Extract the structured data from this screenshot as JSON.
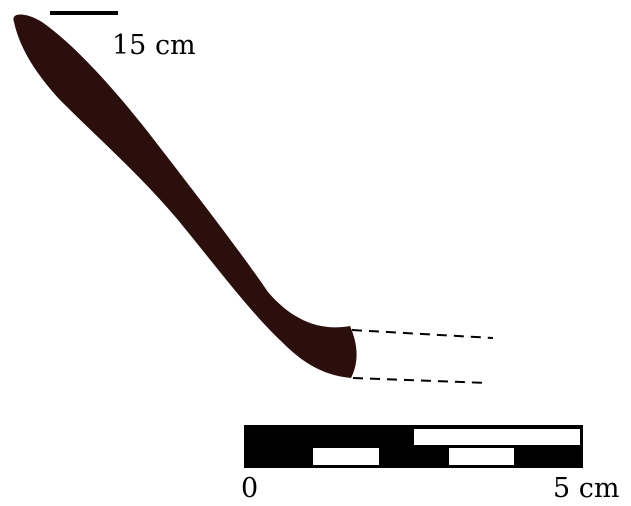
{
  "drawing": {
    "type": "pottery-profile",
    "fill_color": "#2a0f0d",
    "rim_diameter_label": "15 cm"
  },
  "scale_bar": {
    "start_label": "0",
    "end_label": "5 cm",
    "divisions": 5
  }
}
